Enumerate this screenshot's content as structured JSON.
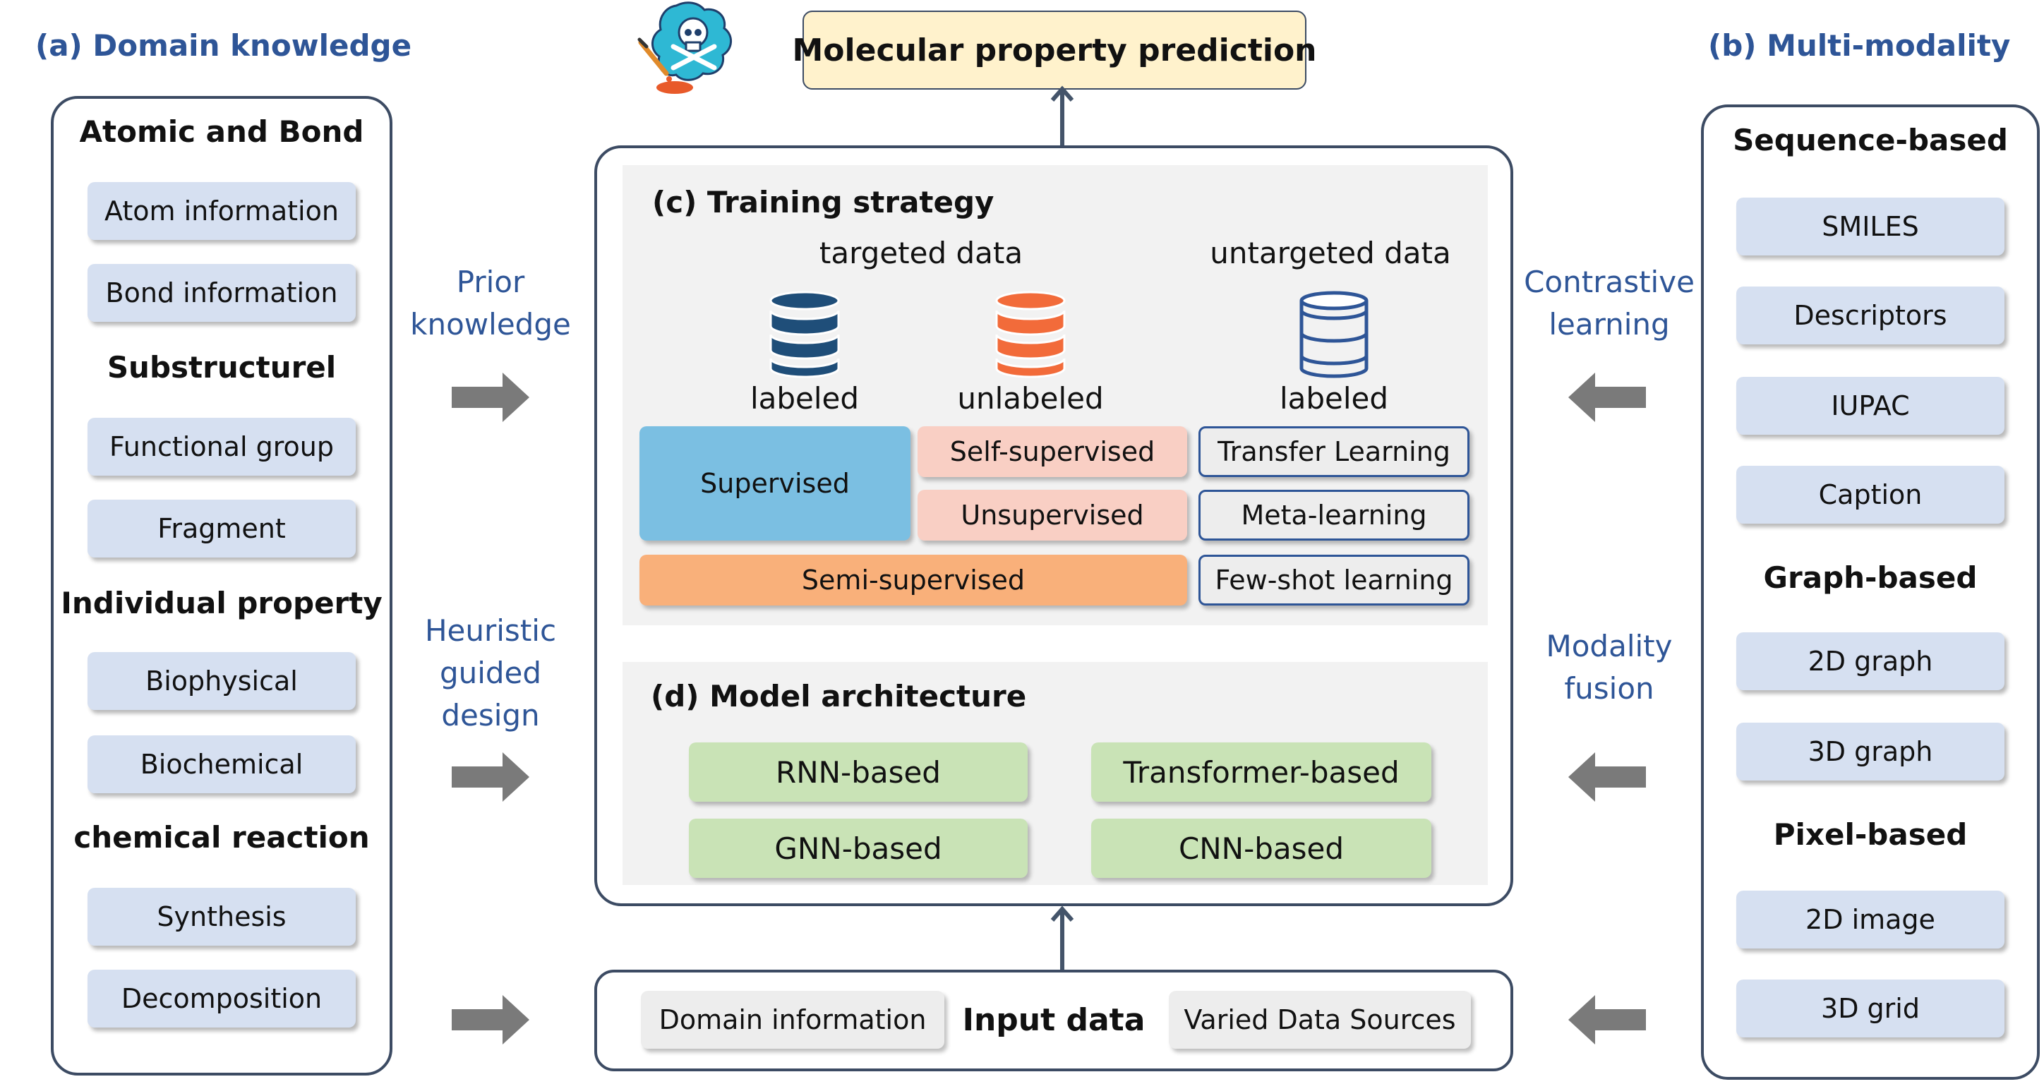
{
  "left_panel": {
    "title": "(a) Domain knowledge",
    "groups": [
      {
        "heading": "Atomic and Bond",
        "items": [
          "Atom information",
          "Bond  information"
        ]
      },
      {
        "heading": "Substructurel",
        "items": [
          "Functional group",
          "Fragment"
        ]
      },
      {
        "heading": "Individual property",
        "items": [
          "Biophysical",
          "Biochemical"
        ]
      },
      {
        "heading": "chemical reaction",
        "items": [
          "Synthesis",
          "Decomposition"
        ]
      }
    ]
  },
  "right_panel": {
    "title": "(b) Multi-modality",
    "groups": [
      {
        "heading": "Sequence-based",
        "items": [
          "SMILES",
          "Descriptors",
          "IUPAC",
          "Caption"
        ]
      },
      {
        "heading": "Graph-based",
        "items": [
          "2D graph",
          "3D graph"
        ]
      },
      {
        "heading": "Pixel-based",
        "items": [
          "2D image",
          "3D grid"
        ]
      }
    ]
  },
  "left_connectors": {
    "prior": [
      "Prior",
      "knowledge"
    ],
    "heuristic": [
      "Heuristic",
      "guided",
      "design"
    ]
  },
  "right_connectors": {
    "contrastive": [
      "Contrastive",
      "learning"
    ],
    "fusion": [
      "Modality",
      "fusion"
    ]
  },
  "output": {
    "label": "Molecular property prediction"
  },
  "training": {
    "title": "(c) Training strategy",
    "targeted_label": "targeted  data",
    "untargeted_label": "untargeted  data",
    "db_labels": [
      "labeled",
      "unlabeled",
      "labeled"
    ],
    "boxes": {
      "supervised": "Supervised",
      "self_supervised": "Self-supervised",
      "unsupervised": "Unsupervised",
      "semi_supervised": "Semi-supervised",
      "transfer": "Transfer Learning",
      "meta": "Meta-learning",
      "few_shot": "Few-shot learning"
    },
    "colors": {
      "supervised": "#7bbfe2",
      "self_unsup": "#f9cfc4",
      "semi": "#f9b07a",
      "untargeted": "#ededed",
      "db_blue": "#1f4e79",
      "db_orange": "#f26b3a"
    }
  },
  "architecture": {
    "title": "(d) Model architecture",
    "models": [
      "RNN-based",
      "Transformer-based",
      "GNN-based",
      "CNN-based"
    ],
    "color": "#c9e3b6"
  },
  "input": {
    "label": "Input data",
    "left": "Domain information",
    "right": "Varied Data Sources"
  }
}
